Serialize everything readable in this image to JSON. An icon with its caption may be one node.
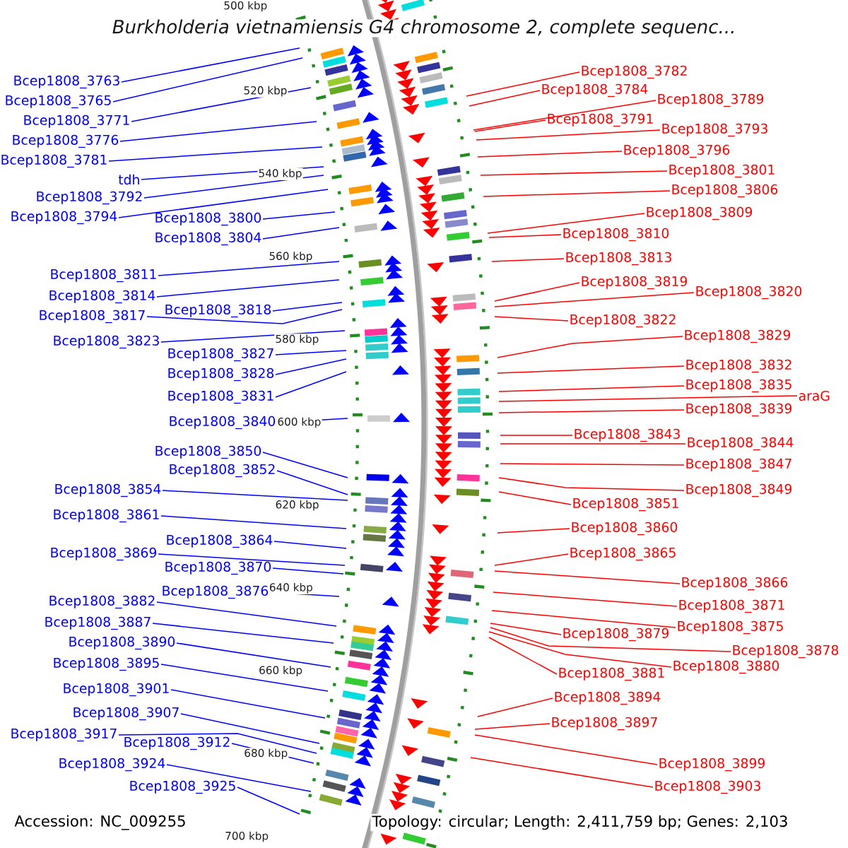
{
  "diagram": {
    "title": "Burkholderia vietnamiensis G4 chromosome 2, complete sequenc...",
    "nodes": [
      {
        "text": [
          "Bcep1808_3763"
        ]
      },
      {
        "text": [
          "Bcep1808_3765"
        ]
      },
      {
        "text": [
          "Bcep1808_3771"
        ]
      },
      {
        "text": [
          "Bcep1808_3776"
        ]
      },
      {
        "text": [
          "Bcep1808_3781"
        ]
      },
      {
        "text": [
          "tdh"
        ]
      },
      {
        "text": [
          "Bcep1808_3792"
        ]
      },
      {
        "text": [
          "Bcep1808_3794"
        ]
      },
      {
        "text": [
          "Bcep1808_3800"
        ]
      },
      {
        "text": [
          "Bcep1808_3804"
        ]
      },
      {
        "text": [
          "Bcep1808_3811"
        ]
      },
      {
        "text": [
          "Bcep1808_3814"
        ]
      },
      {
        "text": [
          "Bcep1808_3817"
        ]
      },
      {
        "text": [
          "Bcep1808_3818"
        ]
      },
      {
        "text": [
          "Bcep1808_3823"
        ]
      },
      {
        "text": [
          "Bcep1808_3827"
        ]
      },
      {
        "text": [
          "Bcep1808_3828"
        ]
      },
      {
        "text": [
          "Bcep1808_3831"
        ]
      },
      {
        "text": [
          "Bcep1808_3840"
        ]
      },
      {
        "text": [
          "Bcep1808_3850"
        ]
      },
      {
        "text": [
          "Bcep1808_3852"
        ]
      },
      {
        "text": [
          "Bcep1808_3854"
        ]
      },
      {
        "text": [
          "Bcep1808_3861"
        ]
      },
      {
        "text": [
          "Bcep1808_3864"
        ]
      },
      {
        "text": [
          "Bcep1808_3869"
        ]
      },
      {
        "text": [
          "Bcep1808_3870"
        ]
      },
      {
        "text": [
          "Bcep1808_3876"
        ]
      },
      {
        "text": [
          "Bcep1808_3882"
        ]
      },
      {
        "text": [
          "Bcep1808_3887"
        ]
      },
      {
        "text": [
          "Bcep1808_3890"
        ]
      },
      {
        "text": [
          "Bcep1808_3895"
        ]
      },
      {
        "text": [
          "Bcep1808_3901"
        ]
      },
      {
        "text": [
          "Bcep1808_3907"
        ]
      },
      {
        "text": [
          "Bcep1808_3917"
        ]
      },
      {
        "text": [
          "Bcep1808_3912"
        ]
      },
      {
        "text": [
          "Bcep1808_3924"
        ]
      },
      {
        "text": [
          "Bcep1808_3925"
        ]
      },
      {
        "text": [
          "Bcep1808_3782"
        ]
      },
      {
        "text": [
          "Bcep1808_3784"
        ]
      },
      {
        "text": [
          "Bcep1808_3789"
        ]
      },
      {
        "text": [
          "Bcep1808_3791"
        ]
      },
      {
        "text": [
          "Bcep1808_3793"
        ]
      },
      {
        "text": [
          "Bcep1808_3796"
        ]
      },
      {
        "text": [
          "Bcep1808_3801"
        ]
      },
      {
        "text": [
          "Bcep1808_3806"
        ]
      },
      {
        "text": [
          "Bcep1808_3809"
        ]
      },
      {
        "text": [
          "Bcep1808_3810"
        ]
      },
      {
        "text": [
          "Bcep1808_3813"
        ]
      },
      {
        "text": [
          "Bcep1808_3819"
        ]
      },
      {
        "text": [
          "Bcep1808_3820"
        ]
      },
      {
        "text": [
          "Bcep1808_3822"
        ]
      },
      {
        "text": [
          "Bcep1808_3829"
        ]
      },
      {
        "text": [
          "Bcep1808_3832"
        ]
      },
      {
        "text": [
          "Bcep1808_3835"
        ]
      },
      {
        "text": [
          "araG"
        ]
      },
      {
        "text": [
          "Bcep1808_3839"
        ]
      },
      {
        "text": [
          "Bcep1808_3843"
        ]
      },
      {
        "text": [
          "Bcep1808_3844"
        ]
      },
      {
        "text": [
          "Bcep1808_3847"
        ]
      },
      {
        "text": [
          "Bcep1808_3849"
        ]
      },
      {
        "text": [
          "Bcep1808_3851"
        ]
      },
      {
        "text": [
          "Bcep1808_3860"
        ]
      },
      {
        "text": [
          "Bcep1808_3865"
        ]
      },
      {
        "text": [
          "Bcep1808_3866"
        ]
      },
      {
        "text": [
          "Bcep1808_3871"
        ]
      },
      {
        "text": [
          "Bcep1808_3875"
        ]
      },
      {
        "text": [
          "Bcep1808_3879"
        ]
      },
      {
        "text": [
          "Bcep1808_3878"
        ]
      },
      {
        "text": [
          "Bcep1808_3880"
        ]
      },
      {
        "text": [
          "Bcep1808_3881"
        ]
      },
      {
        "text": [
          "Bcep1808_3894"
        ]
      },
      {
        "text": [
          "Bcep1808_3897"
        ]
      },
      {
        "text": [
          "Bcep1808_3899"
        ]
      },
      {
        "text": [
          "Bcep1808_3903"
        ]
      }
    ],
    "edges": [
      {
        "from": 0,
        "to": null,
        "arrow": "none"
      },
      {
        "from": 1,
        "to": null,
        "arrow": "none"
      },
      {
        "from": 2,
        "to": null,
        "arrow": "none"
      },
      {
        "from": 3,
        "to": null,
        "arrow": "none"
      },
      {
        "from": 4,
        "to": null,
        "arrow": "none"
      },
      {
        "from": 5,
        "to": null,
        "arrow": "none"
      },
      {
        "from": 6,
        "to": null,
        "arrow": "none"
      },
      {
        "from": 7,
        "to": null,
        "arrow": "none"
      },
      {
        "from": 8,
        "to": null,
        "arrow": "none"
      },
      {
        "from": 9,
        "to": null,
        "arrow": "none"
      },
      {
        "from": 10,
        "to": null,
        "arrow": "none"
      },
      {
        "from": 11,
        "to": null,
        "arrow": "none"
      },
      {
        "from": 12,
        "to": null,
        "arrow": "none"
      },
      {
        "from": 13,
        "to": null,
        "arrow": "none"
      },
      {
        "from": 14,
        "to": null,
        "arrow": "none"
      },
      {
        "from": 15,
        "to": null,
        "arrow": "none"
      },
      {
        "from": 16,
        "to": null,
        "arrow": "none"
      },
      {
        "from": 17,
        "to": null,
        "arrow": "none"
      },
      {
        "from": 18,
        "to": null,
        "arrow": "none"
      },
      {
        "from": 19,
        "to": null,
        "arrow": "none"
      },
      {
        "from": 20,
        "to": null,
        "arrow": "none"
      },
      {
        "from": 21,
        "to": null,
        "arrow": "none"
      },
      {
        "from": 22,
        "to": null,
        "arrow": "none"
      },
      {
        "from": 23,
        "to": null,
        "arrow": "none"
      },
      {
        "from": 24,
        "to": null,
        "arrow": "none"
      },
      {
        "from": 25,
        "to": null,
        "arrow": "none"
      },
      {
        "from": 26,
        "to": null,
        "arrow": "none"
      },
      {
        "from": 27,
        "to": null,
        "arrow": "none"
      },
      {
        "from": 28,
        "to": null,
        "arrow": "none"
      },
      {
        "from": 29,
        "to": null,
        "arrow": "none"
      },
      {
        "from": 30,
        "to": null,
        "arrow": "none"
      },
      {
        "from": 31,
        "to": null,
        "arrow": "none"
      },
      {
        "from": 32,
        "to": null,
        "arrow": "none"
      },
      {
        "from": 33,
        "to": null,
        "arrow": "none"
      },
      {
        "from": 34,
        "to": null,
        "arrow": "none"
      },
      {
        "from": 35,
        "to": null,
        "arrow": "none"
      },
      {
        "from": 36,
        "to": null,
        "arrow": "none"
      },
      {
        "from": 37,
        "to": null,
        "arrow": "none",
        "color": "#ff0000"
      },
      {
        "from": 38,
        "to": null,
        "arrow": "none",
        "color": "#ff0000"
      },
      {
        "from": 39,
        "to": null,
        "arrow": "none",
        "color": "#ff0000"
      },
      {
        "from": 40,
        "to": null,
        "arrow": "none",
        "color": "#ff0000"
      },
      {
        "from": 41,
        "to": null,
        "arrow": "none",
        "color": "#ff0000"
      },
      {
        "from": 42,
        "to": null,
        "arrow": "none",
        "color": "#ff0000"
      },
      {
        "from": 43,
        "to": null,
        "arrow": "none",
        "color": "#ff0000"
      },
      {
        "from": 44,
        "to": null,
        "arrow": "none",
        "color": "#ff0000"
      },
      {
        "from": 45,
        "to": null,
        "arrow": "none",
        "color": "#ff0000"
      },
      {
        "from": 46,
        "to": null,
        "arrow": "none",
        "color": "#ff0000"
      },
      {
        "from": 47,
        "to": null,
        "arrow": "none",
        "color": "#ff0000"
      },
      {
        "from": 48,
        "to": null,
        "arrow": "none",
        "color": "#ff0000"
      },
      {
        "from": 49,
        "to": null,
        "arrow": "none",
        "color": "#ff0000"
      },
      {
        "from": 50,
        "to": null,
        "arrow": "none",
        "color": "#ff0000"
      },
      {
        "from": 51,
        "to": null,
        "arrow": "none",
        "color": "#ff0000"
      },
      {
        "from": 52,
        "to": null,
        "arrow": "none",
        "color": "#ff0000"
      },
      {
        "from": 53,
        "to": null,
        "arrow": "none",
        "color": "#ff0000"
      },
      {
        "from": 54,
        "to": null,
        "arrow": "none",
        "color": "#ff0000"
      },
      {
        "from": 55,
        "to": null,
        "arrow": "none",
        "color": "#ff0000"
      },
      {
        "from": 56,
        "to": null,
        "arrow": "none",
        "color": "#ff0000"
      },
      {
        "from": 57,
        "to": null,
        "arrow": "none",
        "color": "#ff0000"
      },
      {
        "from": 58,
        "to": null,
        "arrow": "none",
        "color": "#ff0000"
      },
      {
        "from": 59,
        "to": null,
        "arrow": "none",
        "color": "#ff0000"
      },
      {
        "from": 60,
        "to": null,
        "arrow": "none",
        "color": "#ff0000"
      },
      {
        "from": 61,
        "to": null,
        "arrow": "none",
        "color": "#ff0000"
      },
      {
        "from": 62,
        "to": null,
        "arrow": "none",
        "color": "#ff0000"
      },
      {
        "from": 63,
        "to": null,
        "arrow": "none",
        "color": "#ff0000"
      },
      {
        "from": 64,
        "to": null,
        "arrow": "none",
        "color": "#ff0000"
      },
      {
        "from": 65,
        "to": null,
        "arrow": "none",
        "color": "#ff0000"
      },
      {
        "from": 66,
        "to": null,
        "arrow": "none",
        "color": "#ff0000"
      },
      {
        "from": 67,
        "to": null,
        "arrow": "none",
        "color": "#ff0000"
      },
      {
        "from": 68,
        "to": null,
        "arrow": "none",
        "color": "#ff0000"
      },
      {
        "from": 69,
        "to": null,
        "arrow": "none",
        "color": "#ff0000"
      },
      {
        "from": 70,
        "to": null,
        "arrow": "none",
        "color": "#ff0000"
      },
      {
        "from": 71,
        "to": null,
        "arrow": "none",
        "color": "#ff0000"
      },
      {
        "from": 72,
        "to": null,
        "arrow": "none",
        "color": "#ff0000"
      },
      {
        "from": 73,
        "to": null,
        "arrow": "none",
        "color": "#ff0000"
      }
    ],
    "labels": [
      "500 kbp",
      "520 kbp",
      "540 kbp",
      "560 kbp",
      "580 kbp",
      "600 kbp",
      "620 kbp",
      "640 kbp",
      "660 kbp",
      "680 kbp",
      "700 kbp",
      "Accession: NC_009255",
      "Topology: circular; Length: 2,411,759 bp; Genes: 2,103"
    ]
  }
}
